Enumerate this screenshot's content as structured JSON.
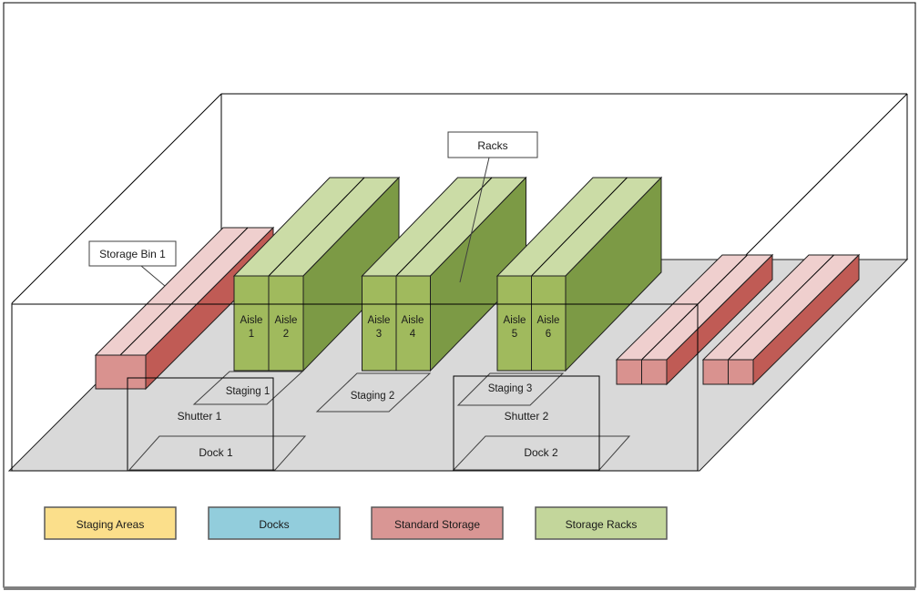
{
  "diagram": {
    "callouts": {
      "racks": "Racks",
      "storage_bin": "Storage Bin 1"
    },
    "aisles": [
      {
        "word": "Aisle",
        "num": "1"
      },
      {
        "word": "Aisle",
        "num": "2"
      },
      {
        "word": "Aisle",
        "num": "3"
      },
      {
        "word": "Aisle",
        "num": "4"
      },
      {
        "word": "Aisle",
        "num": "5"
      },
      {
        "word": "Aisle",
        "num": "6"
      }
    ],
    "staging": [
      "Staging 1",
      "Staging 2",
      "Staging 3"
    ],
    "shutters": [
      "Shutter 1",
      "Shutter 2"
    ],
    "docks": [
      "Dock 1",
      "Dock 2"
    ]
  },
  "legend": {
    "items": [
      {
        "label": "Staging Areas"
      },
      {
        "label": "Docks"
      },
      {
        "label": "Standard Storage"
      },
      {
        "label": "Storage Racks"
      }
    ]
  },
  "colors": {
    "page_bg": "#FFFFFF",
    "page_border": "#000000",
    "bottom_band": "#808080",
    "floor": "#D9D9D9",
    "rack_top": "#CBDCA6",
    "rack_front": "#A0BA5D",
    "rack_side": "#7C9A45",
    "bin_top": "#EFCFCE",
    "bin_front": "#D9928F",
    "bin_side": "#C05B55",
    "staging": "#FBDF8B",
    "dock": "#92CDDC",
    "legend_staging": "#FBDF8B",
    "legend_docks": "#92CDDC",
    "legend_storage": "#D99694",
    "legend_racks": "#C3D69B",
    "racks_callout_fill": "#C3D69B",
    "storage_bin_callout_fill": "#DFAFAD"
  }
}
